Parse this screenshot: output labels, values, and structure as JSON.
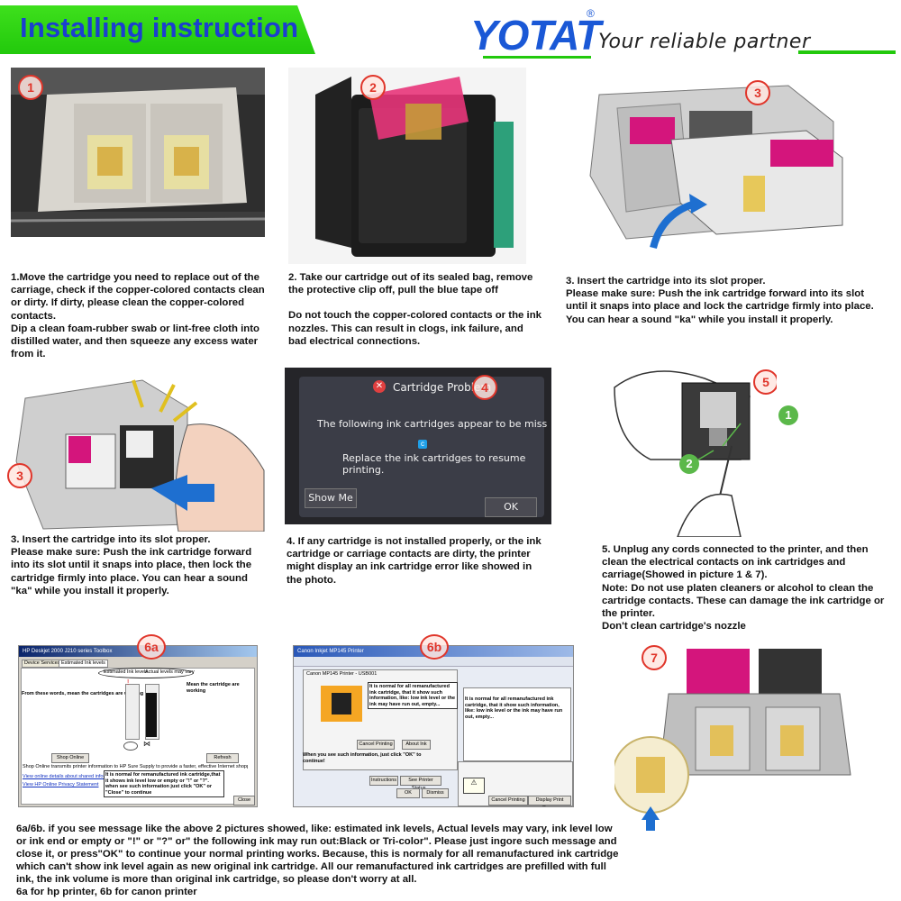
{
  "header": {
    "title": "Installing instruction",
    "logo": "YOTAT",
    "registered": "®",
    "tagline": "Your reliable partner"
  },
  "steps": {
    "s1": {
      "badge": "1",
      "lines": [
        "1.Move the cartridge you need to replace out of the",
        "carriage, check if the copper-colored contacts clean",
        "or dirty. If dirty, please clean  the copper-colored",
        "contacts.",
        "Dip a clean foam-rubber swab or lint-free cloth into",
        "distilled water, and then squeeze any excess water",
        "from it."
      ]
    },
    "s2": {
      "badge": "2",
      "lines": [
        "2. Take our cartridge out of its sealed bag, remove",
        "the protective clip off, pull the blue tape off"
      ],
      "lines2": [
        "Do not touch the copper-colored contacts or the ink",
        "nozzles. This can result in clogs, ink failure, and",
        "bad electrical connections."
      ]
    },
    "s3": {
      "badge": "3",
      "lines": [
        "3. Insert the cartridge into its slot proper.",
        "Please make sure: Push the ink cartridge forward into its slot",
        "until it snaps into place and lock the cartridge firmly into place.",
        " You can hear a sound \"ka\" while you install it properly."
      ]
    },
    "s3b": {
      "badge": "3",
      "lines": [
        "3. Insert the cartridge into its slot proper.",
        "Please make sure: Push the ink cartridge forward",
        "into its slot until it snaps into place, then lock the",
        "cartridge firmly into place.  You can hear a sound",
        " \"ka\" while you install it properly."
      ]
    },
    "s4": {
      "badge": "4",
      "screen_title": "Cartridge Problem",
      "screen_line1": "The following ink cartridges appear to be missing or d",
      "screen_line2": "Replace the ink cartridges to resume printing.",
      "screen_c": "c",
      "btn_show": "Show Me",
      "btn_ok": "OK",
      "lines": [
        "4. If any cartridge is not installed properly, or the ink",
        "cartridge or carriage contacts are dirty, the printer",
        "might display an ink cartridge error like showed in",
        "the photo."
      ]
    },
    "s5": {
      "badge": "5",
      "label1": "1",
      "label2": "2",
      "lines": [
        "5. Unplug any cords connected to the printer, and then",
        "clean the electrical contacts on ink cartridges and",
        "carriage(Showed in picture 1 & 7).",
        "Note: Do not use platen cleaners or alcohol to clean the",
        "cartridge contacts. These can damage the ink cartridge or",
        "the printer.",
        "Don't clean cartridge's nozzle"
      ]
    },
    "s6a": {
      "badge": "6a",
      "win_title": "HP Deskjet 2000 J210 series Toolbox",
      "tab": "Device Services",
      "tab2": "Estimated Ink levels",
      "est_label": "Estimated Ink levels",
      "actual_label": "Actual levels may vary",
      "note_left": "From these words, mean the cartridges are working",
      "note_right": "Mean the cartridge are working",
      "btn_shop": "Shop Online",
      "btn_refresh": "Refresh",
      "shop_text": "Shop Online transmits printer information to HP Sure Supply to provide a faster, effective Internet shopping experience.",
      "link1": "View online details about shared information",
      "link2": "View HP Online Privacy Statement",
      "note_box": "It is normal for remanufactured ink cartridge,that it shows ink level low or empty or \"!\" or \"?\". when see such information just click \"OK\" or \"Close\" to continue",
      "btn_close": "Close"
    },
    "s6b": {
      "badge": "6b",
      "win_title": "Canon Inkjet MP145 Printer",
      "msg_box": "It is normal for all remanufactured ink cartridge, that it show such information, like: low ink level or the ink may have run out, empty...",
      "left_note": "When you see such information, just click \"OK\" to continue!",
      "btn_cancel": "Cancel Printing",
      "btn_about": "About Ink",
      "btn_instructions": "Instructions",
      "btn_status": "See Printer Status...",
      "btn_ok": "OK",
      "btn_dismiss": "Dismiss",
      "popup_title": "Canon MP145 Printer - USB001",
      "popup_btn": "Cancel Printing",
      "popup_btn2": "Display Print Queue"
    },
    "s7": {
      "badge": "7"
    }
  },
  "bottom": {
    "lines": [
      "6a/6b.  if you see message like the above 2 pictures showed, like: estimated ink levels, Actual levels may vary, ink level low",
      "or ink end or empty or \"!\" or \"?\" or\" the following ink may run out:Black or Tri-color\". Please just ingore such message and",
      "close it, or press\"OK\" to continue your normal printing works.  Because, this is normaly for all remanufactured ink cartridge",
      "which can't show ink level again as new original ink cartridge.  All our remanufactured ink cartridges are prefilled with full",
      "ink, the ink volume is more than original ink cartridge, so please don't worry at all.",
      " 6a for hp printer, 6b for canon printer"
    ]
  },
  "colors": {
    "banner_green": "#22c90c",
    "title_blue": "#1b3fcf",
    "badge_red": "#e0352a",
    "magenta": "#d4157c",
    "arrow_blue": "#1e6fd0"
  }
}
